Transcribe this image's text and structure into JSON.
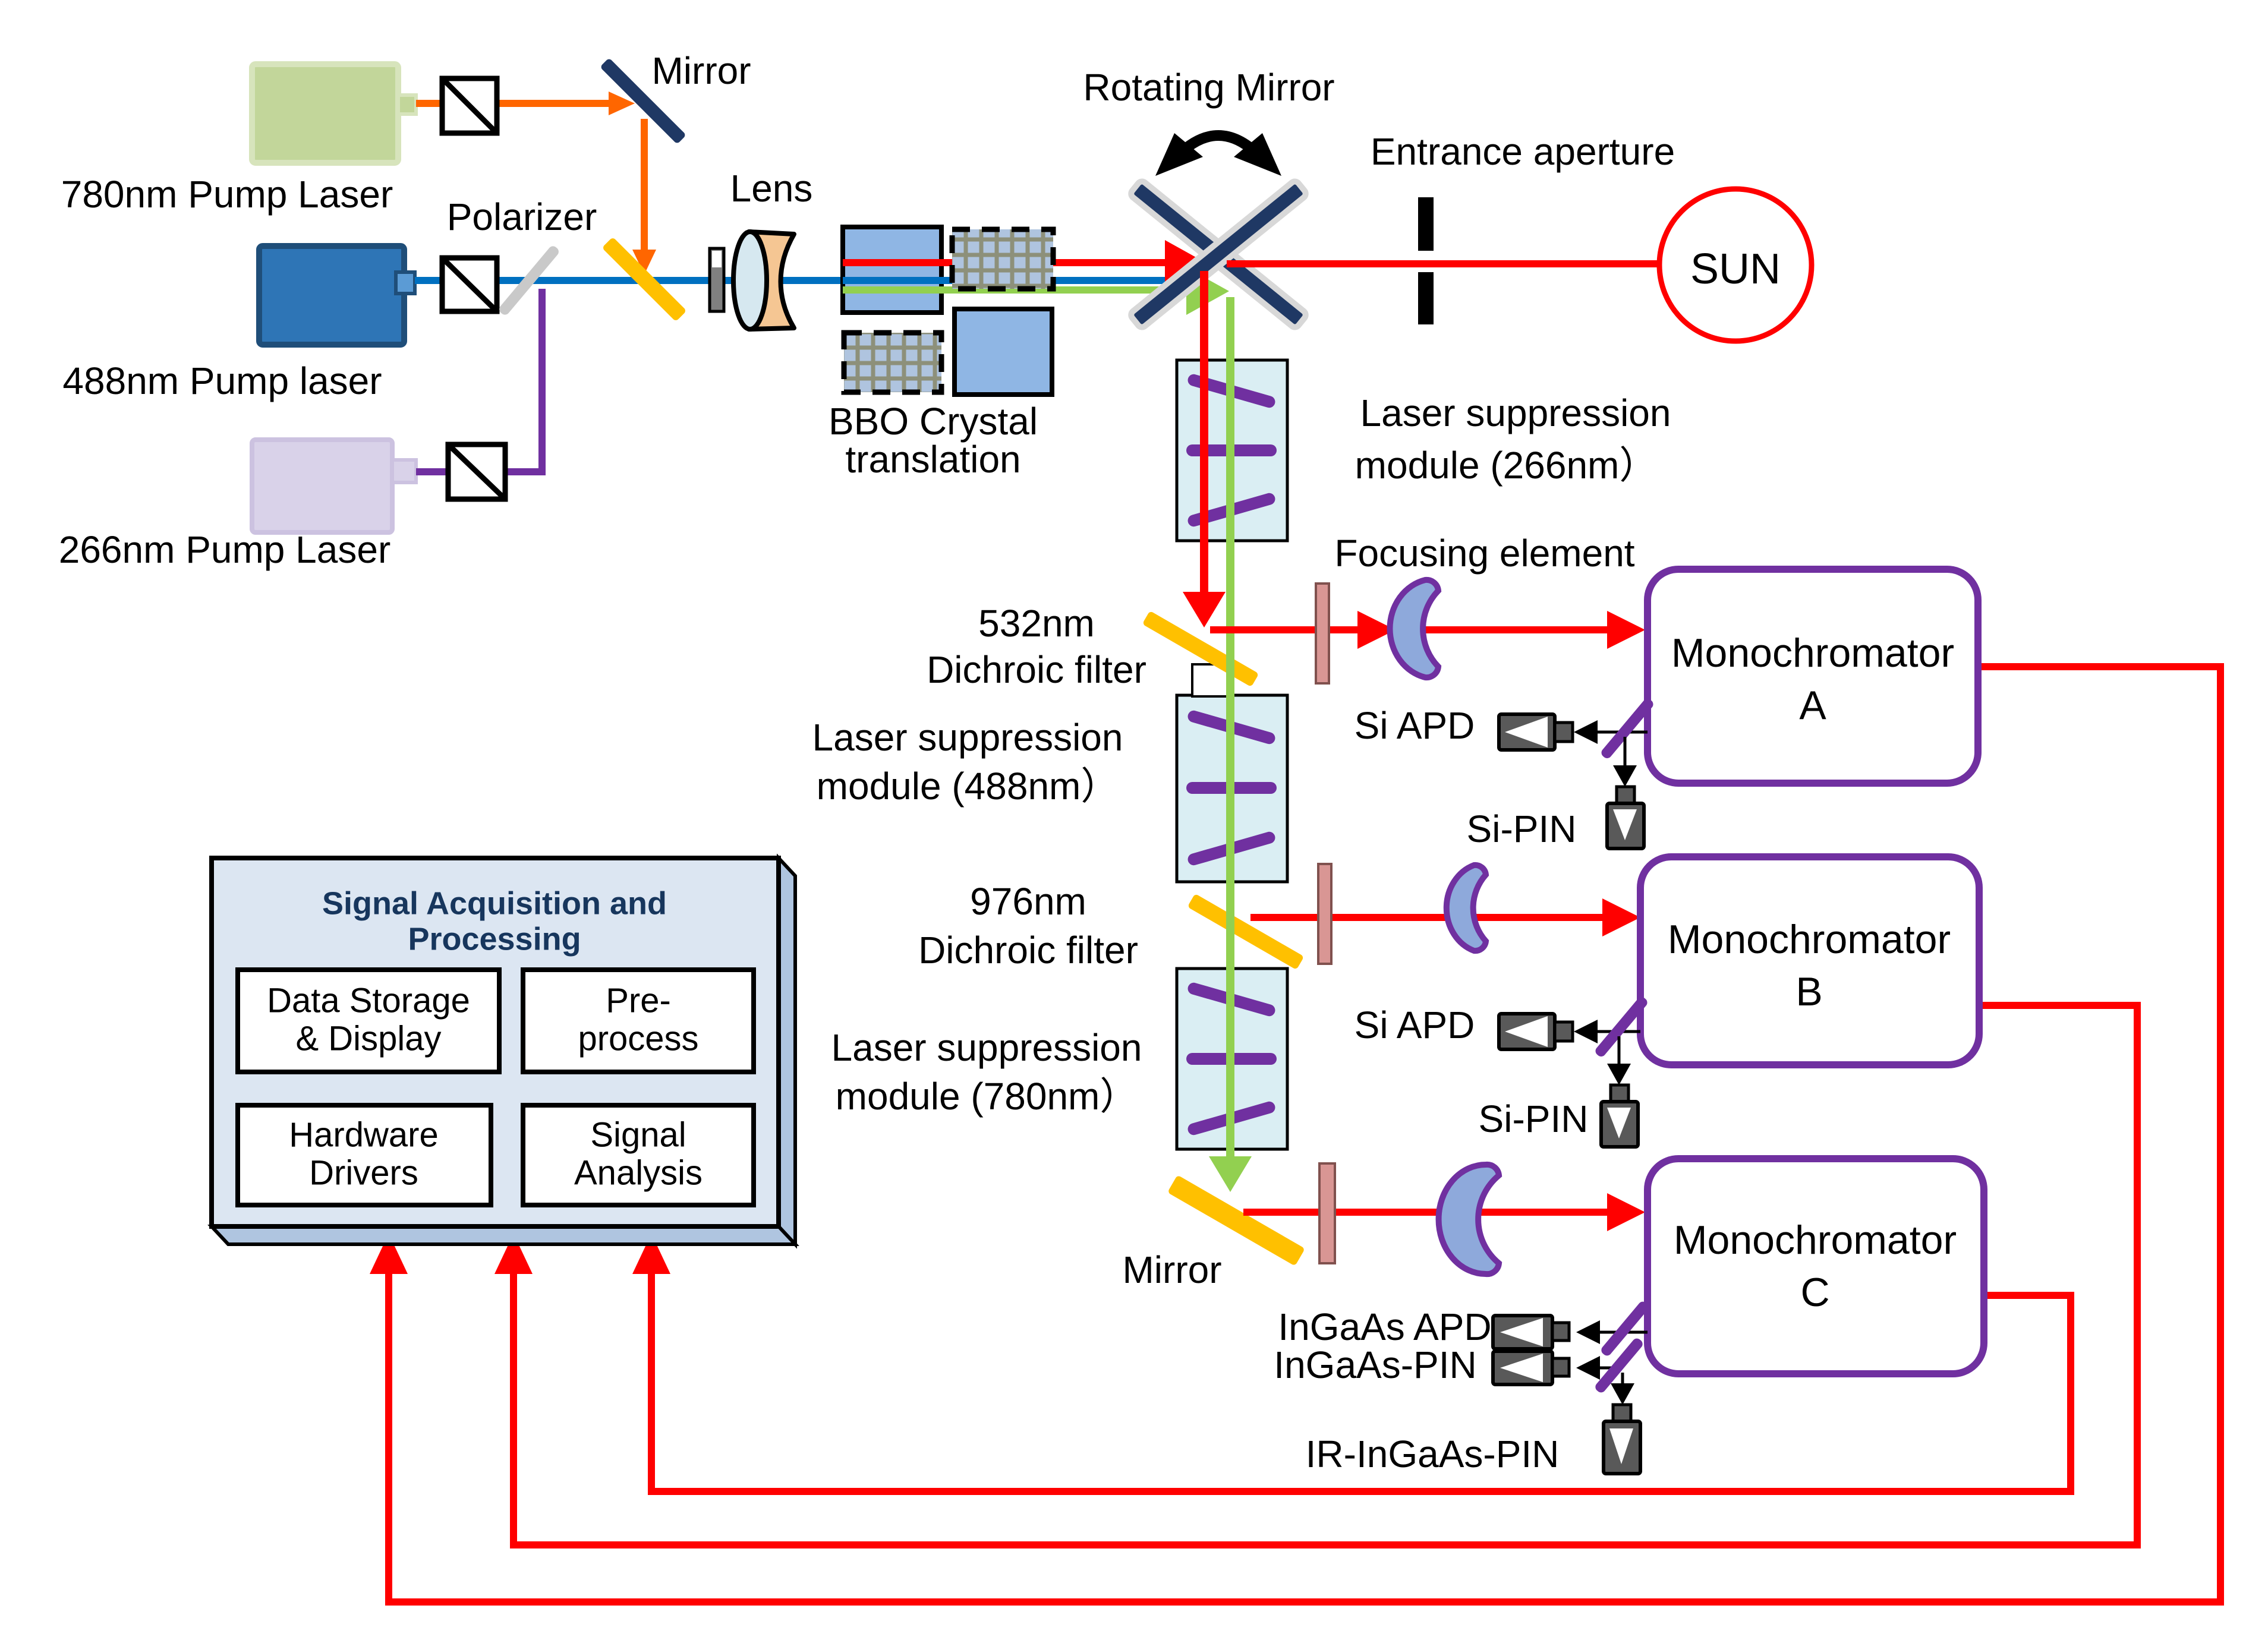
{
  "labels": {
    "pump780": "780nm Pump Laser",
    "pump488": "488nm Pump laser",
    "pump266": "266nm Pump Laser",
    "polarizer": "Polarizer",
    "mirror_top": "Mirror",
    "lens": "Lens",
    "bbo": {
      "line1": "BBO Crystal",
      "line2": "translation"
    },
    "rotating_mirror": "Rotating Mirror",
    "entrance_aperture": "Entrance aperture",
    "sun": "SUN",
    "lsm266": {
      "line1": "Laser suppression",
      "line2": "module (266nm）"
    },
    "lsm488": {
      "line1": "Laser suppression",
      "line2": "module (488nm）"
    },
    "lsm780": {
      "line1": "Laser suppression",
      "line2": "module (780nm）"
    },
    "dichroic532": {
      "line1": "532nm",
      "line2": "Dichroic filter"
    },
    "dichroic976": {
      "line1": "976nm",
      "line2": "Dichroic filter"
    },
    "focusing_element": "Focusing element",
    "mirror_bottom": "Mirror",
    "mono_word": "Monochromator",
    "mono_a": "A",
    "mono_b": "B",
    "mono_c": "C",
    "si_apd": "Si APD",
    "si_pin": "Si-PIN",
    "ingaas_apd": "InGaAs APD",
    "ingaas_pin": "InGaAs-PIN",
    "ir_ingaas_pin": "IR-InGaAs-PIN",
    "signal_box": {
      "title1": "Signal Acquisition and",
      "title2": "Processing",
      "data_storage1": "Data Storage",
      "data_storage2": "& Display",
      "preprocess1": "Pre-",
      "preprocess2": "process",
      "hardware1": "Hardware",
      "hardware2": "Drivers",
      "signal1": "Signal",
      "signal2": "Analysis"
    }
  },
  "colors": {
    "beam_red": "#FF0000",
    "beam_green": "#92D050",
    "beam_blue": "#0070C0",
    "beam_orange": "#FF6600",
    "beam_purple": "#7030A0",
    "mirror_navy": "#1F3864",
    "dichroic_yellow": "#FFC000",
    "module_cyan": "#DAEEF3",
    "filter_pink": "#D99694",
    "lens_fill": "#8EA9DB",
    "mono_border": "#7030A0",
    "signal_box_fill": "#DCE6F2",
    "signal_box_side": "#AFC5E0",
    "laser780_fill": "#C2D69A",
    "laser488_fill": "#2E75B6",
    "laser266_fill": "#D9D2E9",
    "polarizer_gray": "#C9C9C9",
    "detector_gray": "#595959",
    "bbo_blue": "#8FB6E4"
  }
}
